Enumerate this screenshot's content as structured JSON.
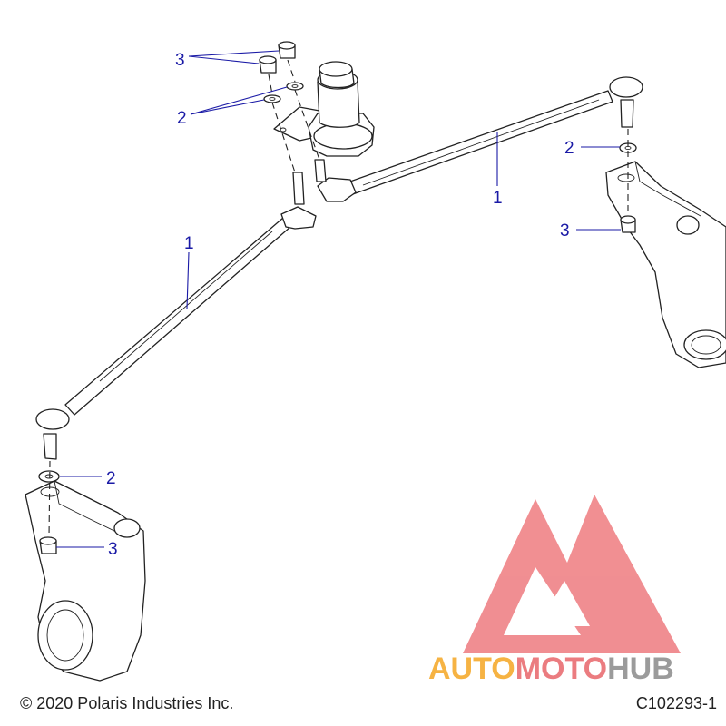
{
  "callouts": {
    "nut_top": "3",
    "washer_top": "2",
    "rod_right": "1",
    "washer_right": "2",
    "nut_right": "3",
    "rod_left": "1",
    "washer_left": "2",
    "nut_left": "3"
  },
  "footer": {
    "copyright": "© 2020 Polaris Industries Inc.",
    "figure_id": "C102293-1"
  },
  "watermark": {
    "part_a": "AUTO",
    "part_b": "MOTO",
    "part_c": "HUB"
  },
  "colors": {
    "callout": "#1a1aa6",
    "line": "#222222",
    "watermark_red": "#e8666b",
    "watermark_orange": "#f5a623",
    "watermark_gray": "#8a8a8a"
  }
}
